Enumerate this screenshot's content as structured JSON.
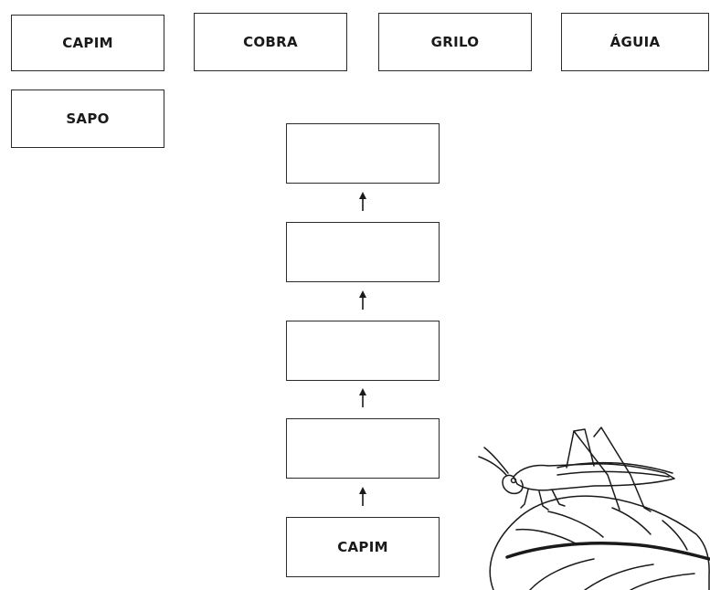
{
  "word_bank": [
    {
      "label": "CAPIM"
    },
    {
      "label": "COBRA"
    },
    {
      "label": "GRILO"
    },
    {
      "label": "ÁGUIA"
    },
    {
      "label": "SAPO"
    }
  ],
  "food_chain": [
    {
      "label": ""
    },
    {
      "label": ""
    },
    {
      "label": ""
    },
    {
      "label": ""
    },
    {
      "label": "CAPIM"
    }
  ],
  "illustration": {
    "subject": "grasshopper-on-leaf"
  },
  "colors": {
    "ink": "#1a1a1a",
    "paper": "#ffffff"
  }
}
